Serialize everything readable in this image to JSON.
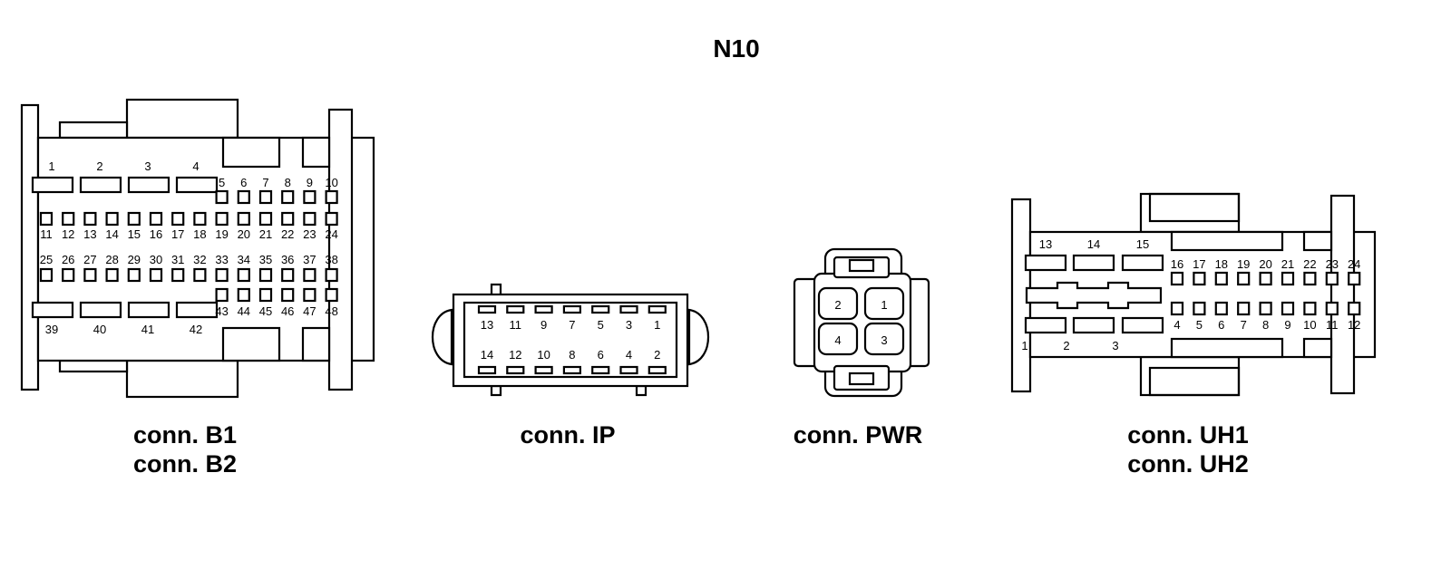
{
  "title": "N10",
  "connectors": {
    "b": {
      "labels": [
        "conn. B1",
        "conn. B2"
      ],
      "wide_top": [
        "1",
        "2",
        "3",
        "4"
      ],
      "small_top": [
        "5",
        "6",
        "7",
        "8",
        "9",
        "10"
      ],
      "row2": [
        "11",
        "12",
        "13",
        "14",
        "15",
        "16",
        "17",
        "18",
        "19",
        "20",
        "21",
        "22",
        "23",
        "24"
      ],
      "row3": [
        "25",
        "26",
        "27",
        "28",
        "29",
        "30",
        "31",
        "32",
        "33",
        "34",
        "35",
        "36",
        "37",
        "38"
      ],
      "wide_bottom": [
        "39",
        "40",
        "41",
        "42"
      ],
      "small_bottom": [
        "43",
        "44",
        "45",
        "46",
        "47",
        "48"
      ]
    },
    "ip": {
      "label": "conn. IP",
      "top": [
        "13",
        "11",
        "9",
        "7",
        "5",
        "3",
        "1"
      ],
      "bottom": [
        "14",
        "12",
        "10",
        "8",
        "6",
        "4",
        "2"
      ]
    },
    "pwr": {
      "label": "conn. PWR",
      "pins": [
        "2",
        "1",
        "4",
        "3"
      ]
    },
    "uh": {
      "labels": [
        "conn. UH1",
        "conn. UH2"
      ],
      "wide_top": [
        "13",
        "14",
        "15"
      ],
      "small_top": [
        "16",
        "17",
        "18",
        "19",
        "20",
        "21",
        "22",
        "23",
        "24"
      ],
      "wide_bottom": [
        "1",
        "2",
        "3"
      ],
      "small_bottom": [
        "4",
        "5",
        "6",
        "7",
        "8",
        "9",
        "10",
        "11",
        "12"
      ]
    }
  }
}
